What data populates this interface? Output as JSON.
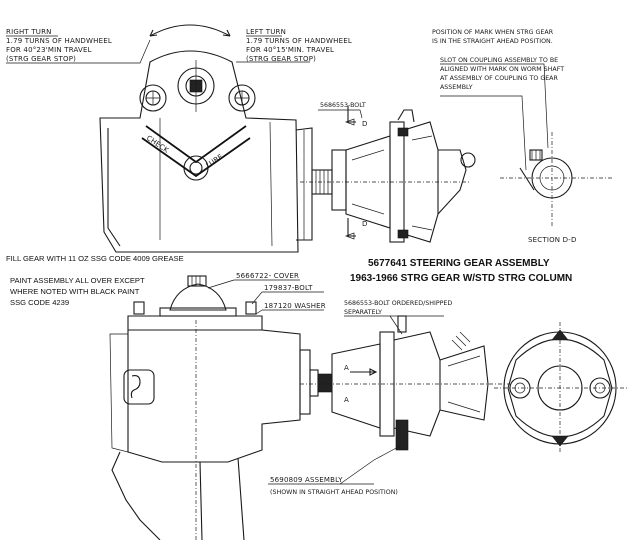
{
  "notes": {
    "right_turn": [
      "RIGHT TURN",
      "1.79 TURNS OF HANDWHEEL",
      "FOR 40°23'MIN TRAVEL",
      "(STRG GEAR STOP)"
    ],
    "left_turn": [
      "LEFT TURN",
      "1.79 TURNS OF HANDWHEEL",
      "FOR 40°15'MIN. TRAVEL",
      "(STRG GEAR STOP)"
    ],
    "mark_position": [
      "POSITION OF MARK WHEN STRG GEAR",
      "IS IN THE STRAIGHT AHEAD POSITION."
    ],
    "slot_note": [
      "SLOT ON COUPLING ASSEMBLY TO BE",
      "ALIGNED WITH MARK ON WORM SHAFT",
      "AT ASSEMBLY OF COUPLING TO GEAR",
      "ASSEMBLY"
    ],
    "bolt_top": "5686553-BOLT",
    "section_label": "SECTION D-D",
    "check_lube": [
      "CHECK",
      "LUBE"
    ],
    "section_letters": [
      "D",
      "D"
    ],
    "fill_gear": "FILL GEAR WITH 11 OZ SSG CODE 4009 GREASE",
    "paint": [
      "PAINT ASSEMBLY ALL OVER EXCEPT",
      "WHERE NOTED WITH BLACK PAINT",
      "SSG CODE 4239"
    ],
    "cover": "5666722- COVER",
    "bolt_179837": "179837-BOLT",
    "washer": "187120 WASHER",
    "bolt_ordered": [
      "5686553-BOLT ORDERED/SHIPPED",
      "SEPARATELY"
    ],
    "assembly": [
      "5690809 ASSEMBLY",
      "(SHOWN IN STRAIGHT AHEAD POSITION)"
    ],
    "section_arrow_letters": [
      "A",
      "A"
    ]
  },
  "title": {
    "line1": "5677641 STEERING GEAR ASSEMBLY",
    "line2": "1963-1966 STRG GEAR W/STD STRG COLUMN"
  }
}
